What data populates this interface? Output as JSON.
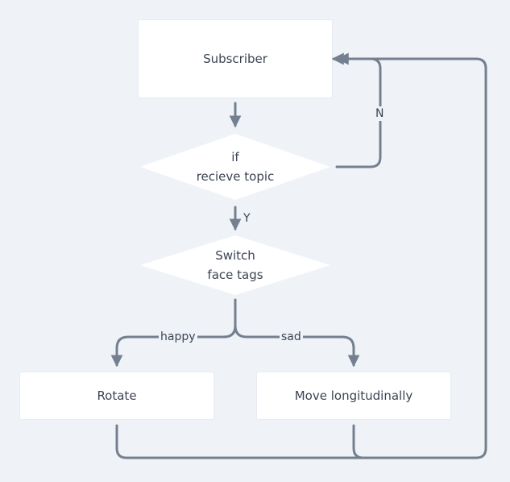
{
  "nodes": {
    "subscriber": {
      "label": "Subscriber"
    },
    "if_receive_topic": {
      "label": "if\nrecieve topic"
    },
    "switch_face_tags": {
      "label": "Switch\nface tags"
    },
    "rotate": {
      "label": "Rotate"
    },
    "move_longitudinally": {
      "label": "Move longitudinally"
    }
  },
  "edges": {
    "no": {
      "label": "N"
    },
    "yes": {
      "label": "Y"
    },
    "happy": {
      "label": "happy"
    },
    "sad": {
      "label": "sad"
    }
  },
  "colors": {
    "background": "#eff3f7",
    "node_fill": "#ffffff",
    "connector": "#74808f",
    "text": "#3c4452"
  }
}
